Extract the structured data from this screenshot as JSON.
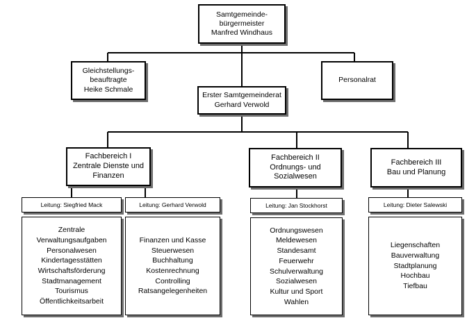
{
  "top": {
    "lines": [
      "Samtgemeinde-",
      "bürgermeister",
      "Manfred Windhaus"
    ]
  },
  "equality": {
    "lines": [
      "Gleichstellungs-",
      "beauftragte",
      "Heike Schmale"
    ]
  },
  "council": {
    "label": "Personalrat"
  },
  "deputy": {
    "lines": [
      "Erster Samtgemeinderat",
      "Gerhard Verwold"
    ]
  },
  "departments": [
    {
      "lines": [
        "Fachbereich I",
        "Zentrale Dienste und",
        "Finanzen"
      ]
    },
    {
      "lines": [
        "Fachbereich II",
        "Ordnungs- und",
        "Sozialwesen"
      ]
    },
    {
      "lines": [
        "Fachbereich III",
        "Bau und Planung"
      ]
    }
  ],
  "units": [
    {
      "leader": "Leitung: Siegfried Mack",
      "items": [
        "Zentrale",
        "Verwaltungsaufgaben",
        "Personalwesen",
        "Kindertagesstätten",
        "Wirtschaftsförderung",
        "Stadtmanagement",
        "Tourismus",
        "Öffentlichkeitsarbeit"
      ]
    },
    {
      "leader": "Leitung: Gerhard Verwold",
      "items": [
        "Finanzen und Kasse",
        "Steuerwesen",
        "Buchhaltung",
        "Kostenrechnung",
        "Controlling",
        "Ratsangelegenheiten"
      ]
    },
    {
      "leader": "Leitung: Jan Stockhorst",
      "items": [
        "Ordnungswesen",
        "Meldewesen",
        "Standesamt",
        "Feuerwehr",
        "Schulverwaltung",
        "Sozialwesen",
        "Kultur und Sport",
        "Wahlen"
      ]
    },
    {
      "leader": "Leitung: Dieter Salewski",
      "items": [
        "Liegenschaften",
        "Bauverwaltung",
        "Stadtplanung",
        "Hochbau",
        "Tiefbau"
      ]
    }
  ]
}
